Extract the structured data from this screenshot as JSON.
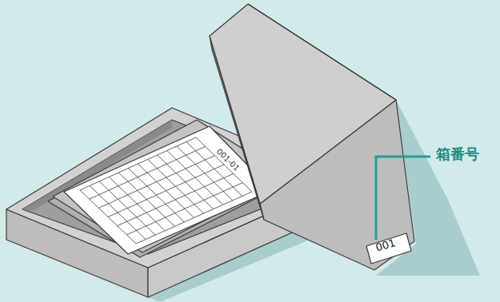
{
  "diagram": {
    "labels": [
      "箱番号",
      "001",
      "001-01"
    ]
  }
}
